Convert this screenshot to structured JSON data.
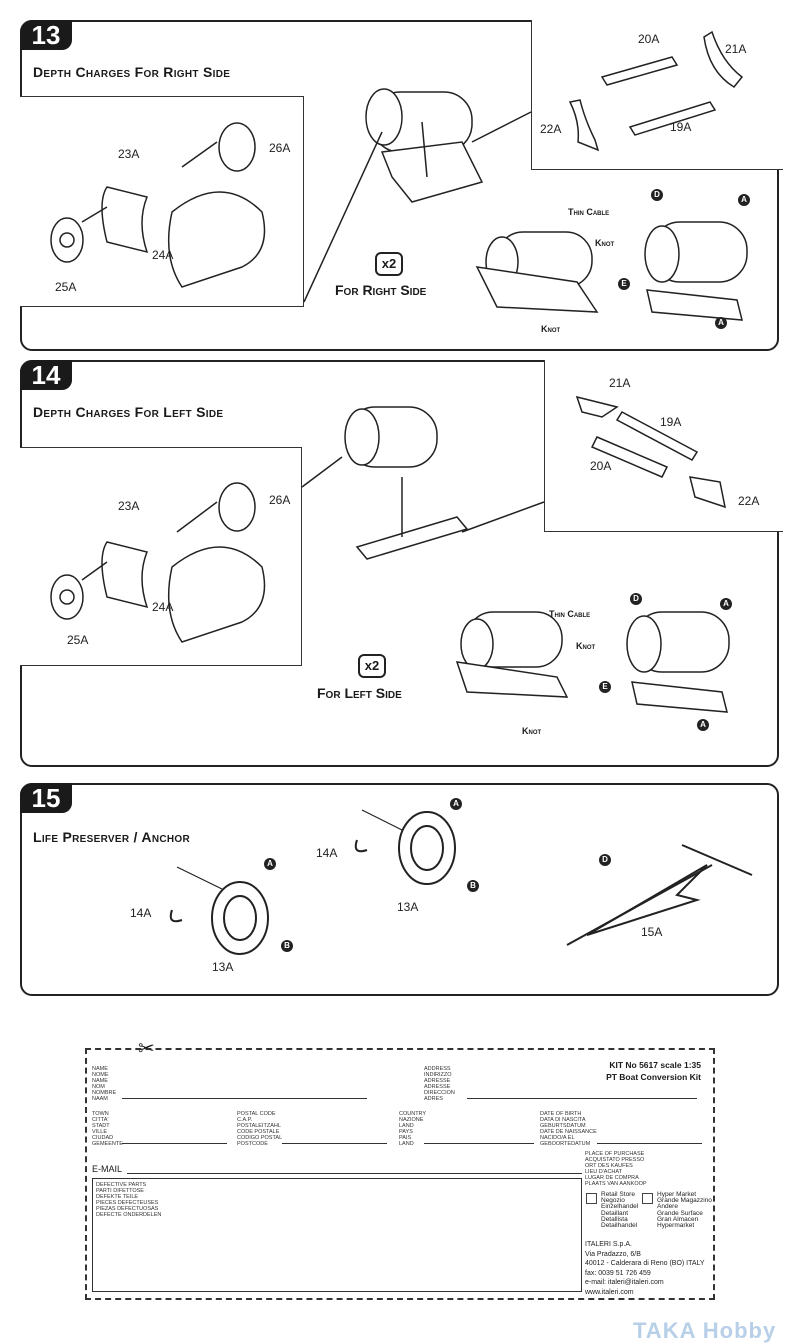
{
  "steps": [
    {
      "number": "13",
      "title": "Depth Charges For Right Side",
      "multiplier": "x2",
      "side_label": "For Right Side",
      "parts": [
        "20A",
        "21A",
        "22A",
        "19A",
        "23A",
        "26A",
        "24A",
        "25A"
      ],
      "callouts": {
        "thin_cable": "Thin Cable",
        "knot": "Knot",
        "D": "D",
        "A": "A",
        "E": "E"
      }
    },
    {
      "number": "14",
      "title": "Depth Charges For Left Side",
      "multiplier": "x2",
      "side_label": "For Left Side",
      "parts": [
        "21A",
        "19A",
        "20A",
        "22A",
        "23A",
        "26A",
        "24A",
        "25A"
      ],
      "callouts": {
        "thin_cable": "Thin Cable",
        "knot": "Knot",
        "D": "D",
        "A": "A",
        "E": "E"
      }
    },
    {
      "number": "15",
      "title": "Life Preserver / Anchor",
      "parts": [
        "14A",
        "13A",
        "14A",
        "13A",
        "15A"
      ],
      "callouts": {
        "A": "A",
        "B": "B",
        "D": "D"
      }
    }
  ],
  "form": {
    "kit_line1": "KIT No 5617 scale 1:35",
    "kit_line2": "PT Boat Conversion Kit",
    "name_labels": "NAME\nNOME\nNAME\nNOM\nNOMBRE\nNAAM",
    "address_labels": "ADDRESS\nINDIRIZZO\nADRESSE\nADRESSE\nDIRECCION\nADRES",
    "town_labels": "TOWN\nCITTA'\nSTADT\nVILLE\nCIUDAD\nGEMEENTE",
    "postal_labels": "POSTAL CODE\nC.A.P.\nPOSTALEITZAHL\nCODE POSTALE\nCODIGO POSTAL\nPOSTCODE",
    "country_labels": "COUNTRY\nNAZIONE\nLAND\nPAYS\nPAIS\nLAND",
    "birth_labels": "DATE OF BIRTH\nDATA DI NASCITA\nGEBURTSDATUM\nDATE DE NAISSANCE\nNACIDO/A EL\nGEBOORTEDATUM",
    "purchase_labels": "PLACE OF PURCHASE\nACQUISTATO PRESSO\nORT DES KAUFES\nLIEU D'ACHAT\nLUGAR DE COMPRA\nPLAATS VAN AANKOOP",
    "email_label": "E-MAIL",
    "defective_labels": "DEFECTIVE PARTS\nPARTI DIFETTOSE\nDEFEKTE TEILE\nPIECES DEFECTEUSES\nPIEZAS DEFECTUOSAS\nDEFECTE ONDERDELEN",
    "retail_store": "Retail Store\nNegozio\nEinzelhandel\nDetaillant\nDetallista\nDetailhandel",
    "hyper_market": "Hyper Market\nGrande Magazzino\nAndere\nGrande Surface\nGran Almacen\nHypermarket",
    "company": [
      "ITALERI S.p.A.",
      "Via Pradazzo, 6/B",
      "40012 - Calderara di Reno (BO) ITALY",
      "fax: 0039 51 726 459",
      "e-mail: italeri@italeri.com",
      "www.italeri.com"
    ]
  },
  "watermark": "TAKA Hobby"
}
